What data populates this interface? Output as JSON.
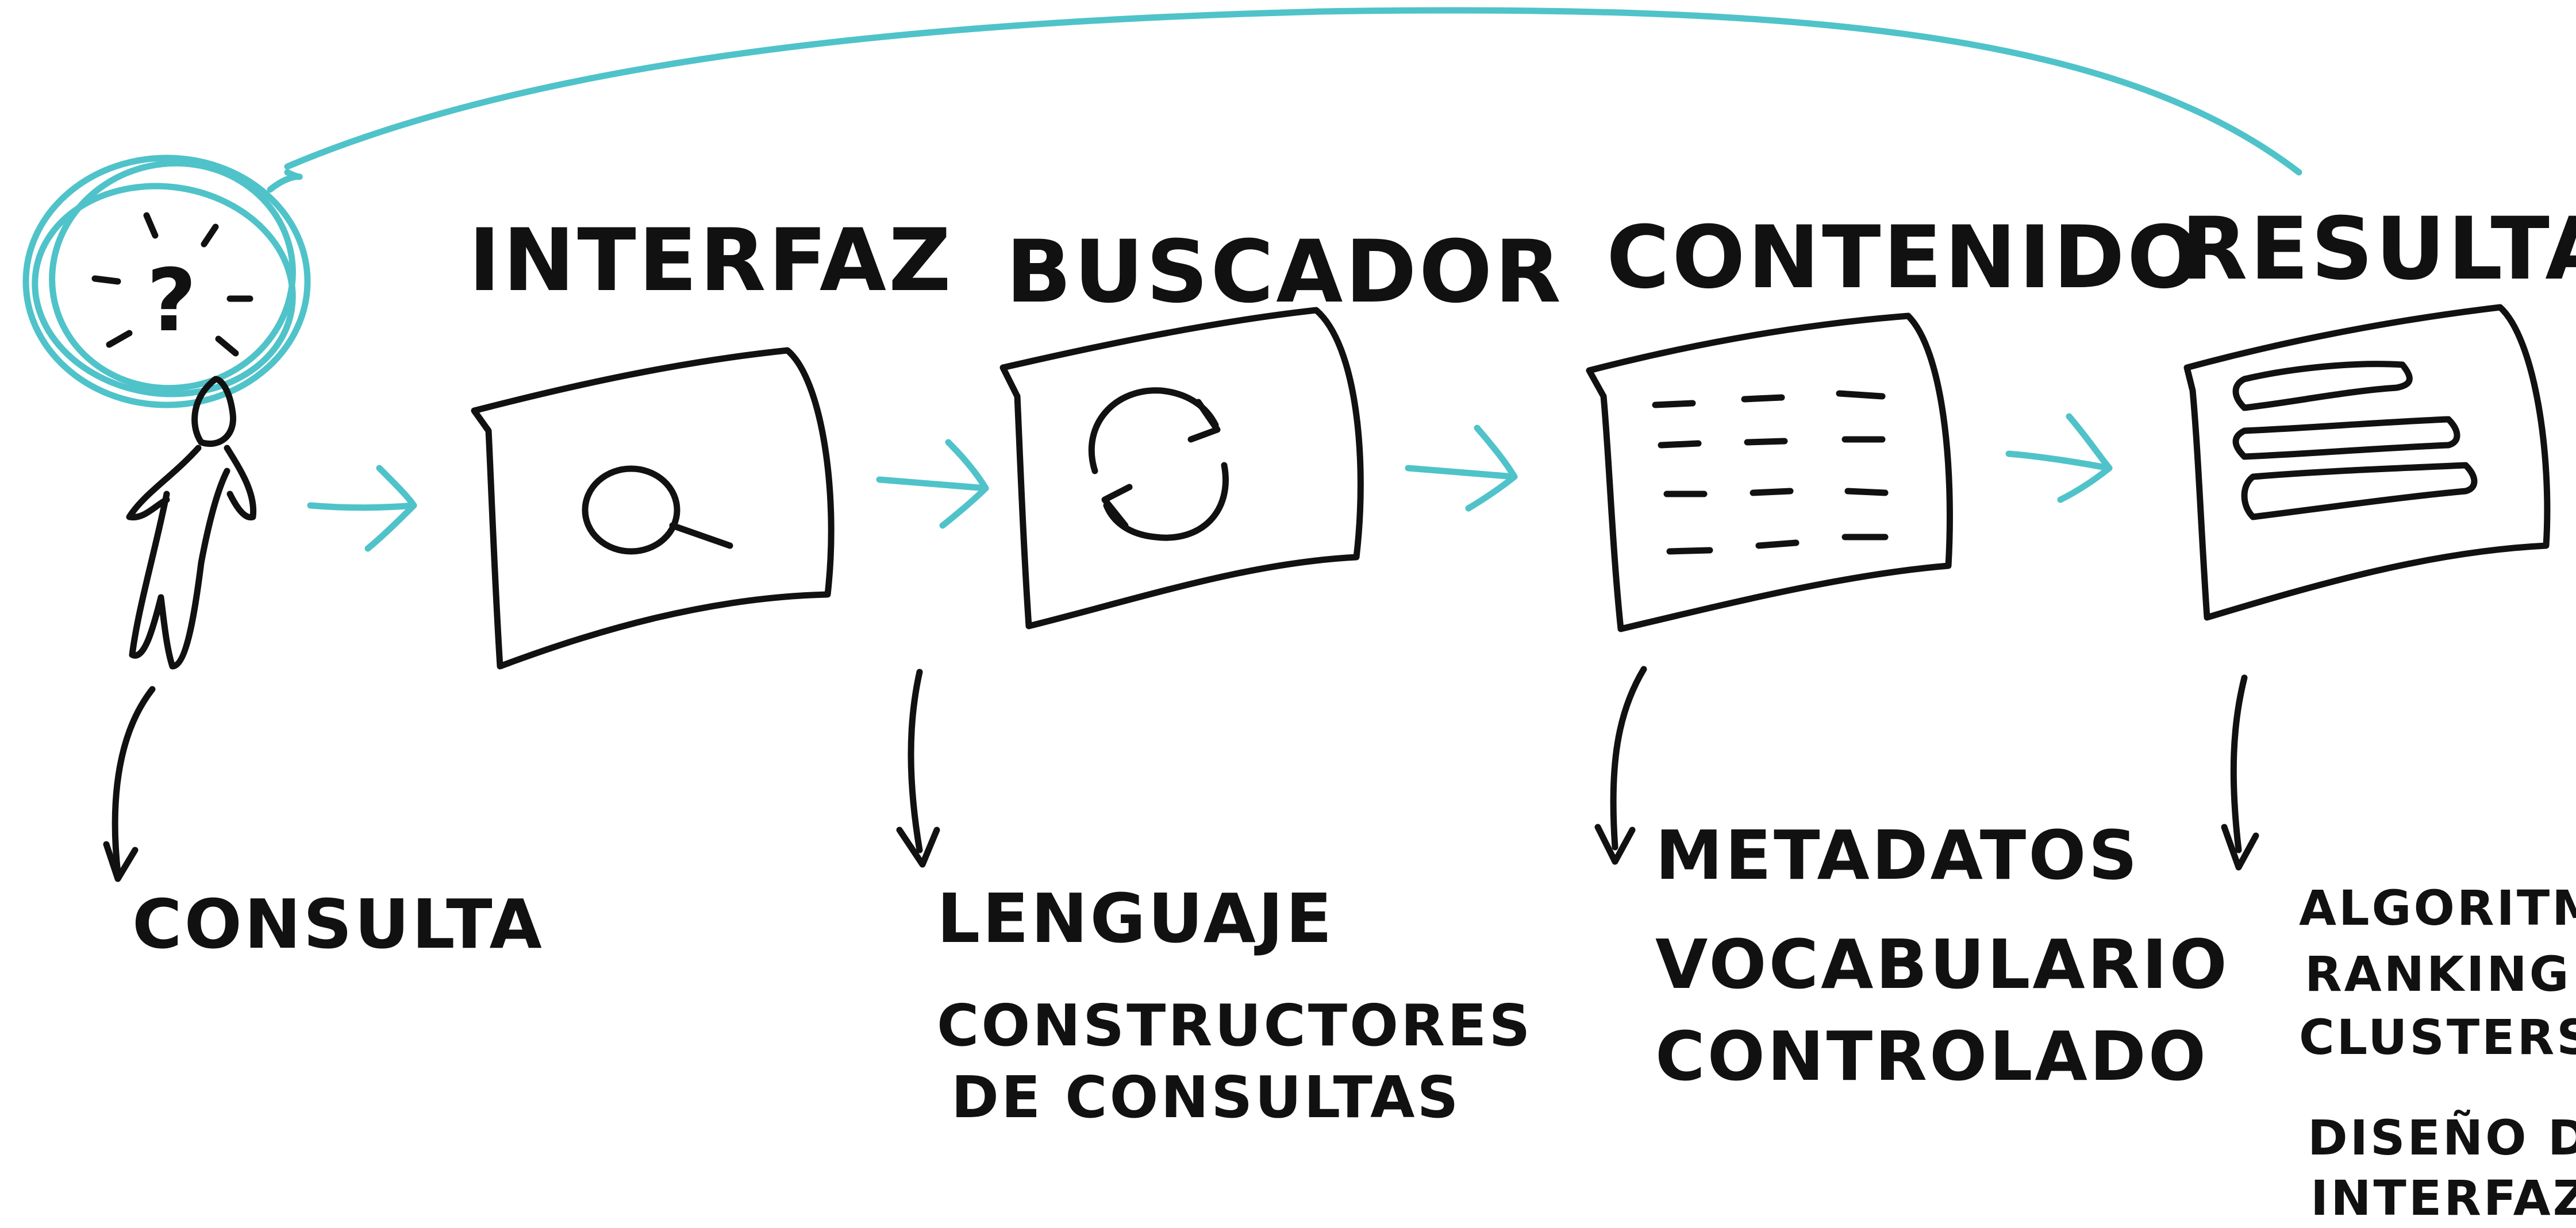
{
  "colors": {
    "ink": "#111111",
    "accent": "#4fc3c9",
    "background": "#ffffff"
  },
  "steps": [
    {
      "title": "INTERFAZ",
      "icon": "magnifier-icon"
    },
    {
      "title": "BUSCADOR",
      "icon": "refresh-icon"
    },
    {
      "title": "CONTENIDO",
      "icon": "text-lines-icon"
    },
    {
      "title": "RESULTADO",
      "icon": "result-list-icon"
    }
  ],
  "user": {
    "label": "CONSULTA",
    "thought": "?"
  },
  "notes": {
    "buscador": [
      "LENGUAJE",
      "CONSTRUCTORES",
      "DE CONSULTAS"
    ],
    "contenido": [
      "METADATOS",
      "VOCABULARIO",
      "CONTROLADO"
    ],
    "resultado": [
      "ALGORITMOS",
      "RANKING Y",
      "CLUSTERS",
      "DISEÑO DE",
      "INTERFAZ"
    ]
  }
}
